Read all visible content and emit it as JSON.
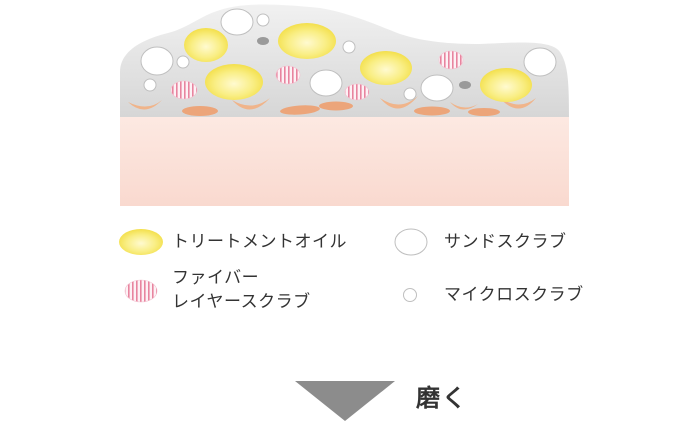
{
  "legend": {
    "treatment_oil": "トリートメントオイル",
    "sand_scrub": "サンドスクラブ",
    "fiber_layer_line1": "ファイバー",
    "fiber_layer_line2": "レイヤースクラブ",
    "micro_scrub": "マイクロスクラブ"
  },
  "caption": "磨く",
  "colors": {
    "oil_yellow": "#f7ea6a",
    "fiber_pink": "#e87a9c",
    "skin_pink": "#fbe2da",
    "debris_gray": "#d9d9d9",
    "flake_orange": "#eca57a",
    "arrow_gray": "#8c8c8c"
  }
}
